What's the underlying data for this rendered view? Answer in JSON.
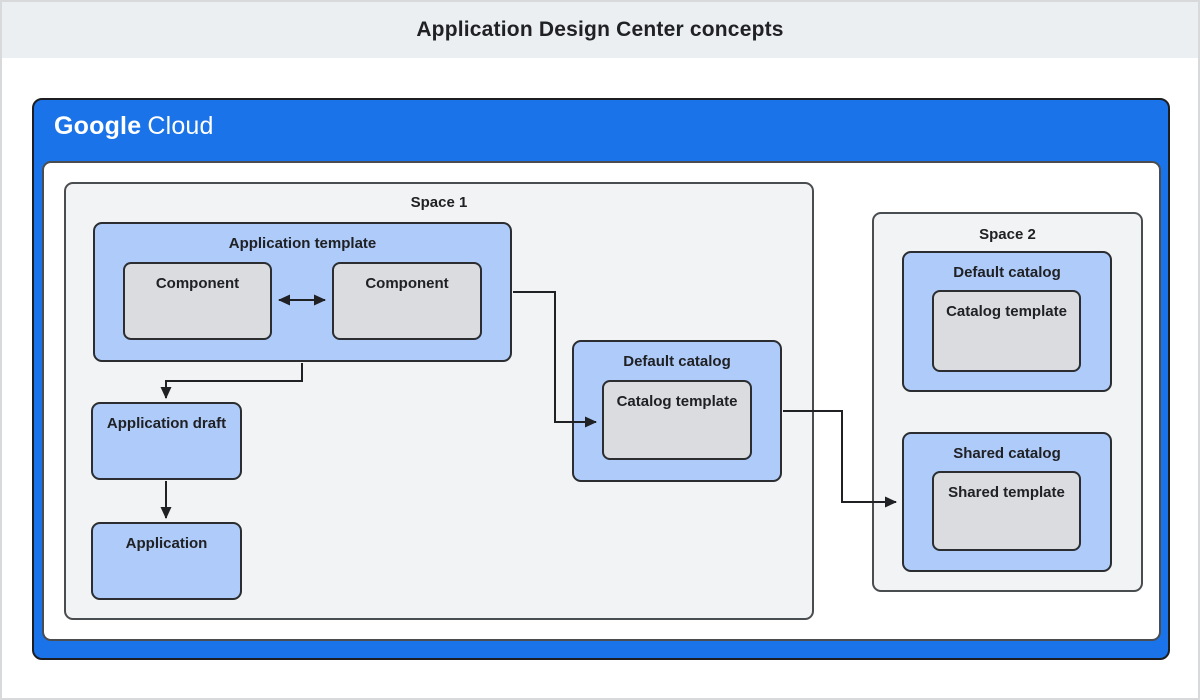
{
  "page": {
    "title": "Application Design Center concepts"
  },
  "brand": {
    "google": "Google",
    "cloud": "Cloud"
  },
  "space1": {
    "label": "Space 1",
    "application_template": {
      "label": "Application template",
      "components": [
        {
          "label": "Component"
        },
        {
          "label": "Component"
        }
      ]
    },
    "application_draft": {
      "label": "Application draft"
    },
    "application": {
      "label": "Application"
    },
    "default_catalog": {
      "label": "Default catalog",
      "catalog_template": {
        "label": "Catalog template"
      }
    }
  },
  "space2": {
    "label": "Space 2",
    "default_catalog": {
      "label": "Default catalog",
      "catalog_template": {
        "label": "Catalog template"
      }
    },
    "shared_catalog": {
      "label": "Shared catalog",
      "shared_template": {
        "label": "Shared template"
      }
    }
  },
  "colors": {
    "brand_blue": "#1a73e8",
    "node_blue": "#aecbfa",
    "node_gray": "#dbdcdf",
    "space_gray": "#f1f3f4",
    "title_strip": "#eceff1",
    "arrow": "#202124",
    "outline": "#2b2d30"
  }
}
